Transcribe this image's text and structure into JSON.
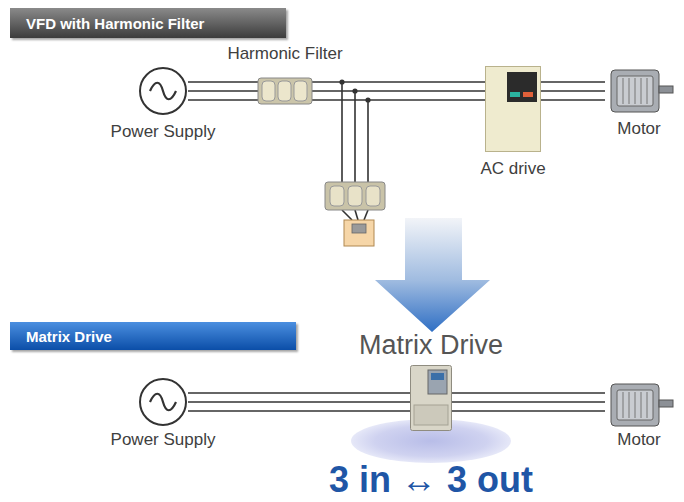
{
  "diagram": {
    "nodes": [
      {
        "text": [
          "VFD with Harmonic Filter"
        ]
      },
      {
        "text": [
          "Power Supply"
        ]
      },
      {
        "text": [
          "Harmonic Filter"
        ]
      },
      {
        "text": [
          "AC drive"
        ]
      },
      {
        "text": [
          "Motor"
        ]
      },
      {
        "text": [
          "Matrix Drive"
        ]
      },
      {
        "text": [
          "Power Supply"
        ]
      },
      {
        "text": [
          "Matrix Drive",
          "3 in ↔ 3 out"
        ]
      },
      {
        "text": [
          "Motor"
        ]
      }
    ],
    "edges": [
      {
        "from": 1,
        "to": 2,
        "arrow": "none"
      },
      {
        "from": 2,
        "to": 3,
        "arrow": "none"
      },
      {
        "from": 3,
        "to": 4,
        "arrow": "none"
      },
      {
        "from": 6,
        "to": 7,
        "arrow": "none"
      },
      {
        "from": 7,
        "to": 8,
        "arrow": "none"
      }
    ]
  }
}
